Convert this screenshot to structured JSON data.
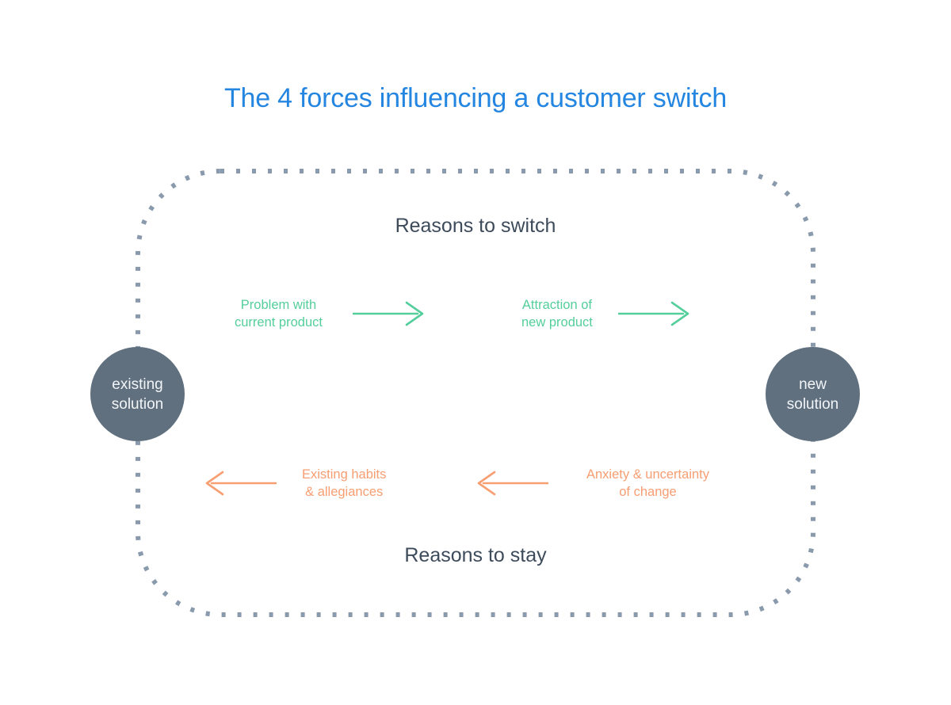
{
  "title": "The 4 forces influencing a customer switch",
  "colors": {
    "title": "#2486E0",
    "heading": "#3E4B5B",
    "node_fill": "#60707F",
    "node_text": "#F2F5F7",
    "push_green": "#54CE9B",
    "pull_orange": "#F79E72",
    "frame_dots": "#8A9AAD",
    "background": "#FFFFFF"
  },
  "headings": {
    "top": "Reasons to switch",
    "bottom": "Reasons to stay"
  },
  "nodes": {
    "left": {
      "line1": "existing",
      "line2": "solution"
    },
    "right": {
      "line1": "new",
      "line2": "solution"
    }
  },
  "forces": [
    {
      "id": "problem-with-current-product",
      "line1": "Problem with",
      "line2": "current product",
      "direction": "right",
      "group": "Reasons to switch",
      "color": "#54CE9B"
    },
    {
      "id": "attraction-of-new-product",
      "line1": "Attraction of",
      "line2": "new product",
      "direction": "right",
      "group": "Reasons to switch",
      "color": "#54CE9B"
    },
    {
      "id": "existing-habits-and-allegiances",
      "line1": "Existing habits",
      "line2": "& allegiances",
      "direction": "left",
      "group": "Reasons to stay",
      "color": "#F79E72"
    },
    {
      "id": "anxiety-and-uncertainty-of-change",
      "line1": "Anxiety & uncertainty",
      "line2": "of change",
      "direction": "left",
      "group": "Reasons to stay",
      "color": "#F79E72"
    }
  ]
}
